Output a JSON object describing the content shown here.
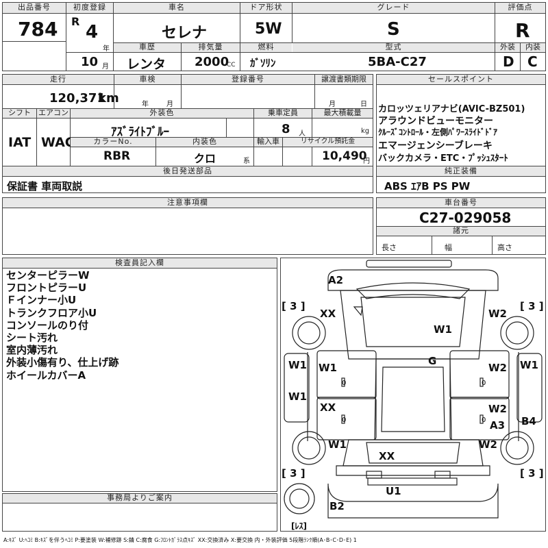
{
  "header": {
    "lot_label": "出品番号",
    "lot_value": "784",
    "first_reg_label": "初度登録",
    "era": "R",
    "year_value": "4",
    "year_unit": "年",
    "month_value": "10",
    "month_unit": "月",
    "car_name_label": "車名",
    "car_name_value": "セレナ",
    "door_label": "ドア形状",
    "door_value": "5W",
    "grade_label": "グレード",
    "grade_value": "S",
    "rating_label": "評価点",
    "rating_value": "R",
    "history_label": "車歴",
    "history_value": "レンタ",
    "displacement_label": "排気量",
    "displacement_value": "2000",
    "displacement_unit": "CC",
    "fuel_label": "燃料",
    "fuel_value": "ｶﾞｿﾘﾝ",
    "model_label": "型式",
    "model_value": "5BA-C27",
    "exterior_label": "外装",
    "exterior_value": "D",
    "interior_label": "内装",
    "interior_value": "C"
  },
  "row2": {
    "mileage_label": "走行",
    "mileage_value": "120,371",
    "mileage_unit": "km",
    "inspection_label": "車検",
    "inspection_year": "年",
    "inspection_month": "月",
    "regno_label": "登録番号",
    "transfer_label": "譲渡書類期限",
    "transfer_month": "月",
    "transfer_day": "日",
    "shift_label": "シフト",
    "shift_value": "IAT",
    "ac_label": "エアコン",
    "ac_value": "WAC",
    "color_label": "外装色",
    "color_value": "ｱｽﾞﾗｲﾄﾌﾞﾙｰ",
    "capacity_label": "乗車定員",
    "capacity_value": "8",
    "capacity_unit": "人",
    "load_label": "最大積載量",
    "load_unit": "kg",
    "colorno_label": "カラーNo.",
    "colorno_value": "RBR",
    "intcolor_label": "内装色",
    "intcolor_value": "クロ",
    "intcolor_unit": "系",
    "import_label": "輸入車",
    "recycle_label": "リサイクル預託金",
    "recycle_value": "10,490",
    "recycle_unit": "円",
    "later_label": "後日発送部品",
    "later_value": "保証書 車両取説"
  },
  "sales": {
    "label": "セールスポイント",
    "lines": [
      "カロッツェリアナビ(AVIC-BZ501)",
      "アラウンドビューモニター",
      "ｸﾙｰｽﾞｺﾝﾄﾛｰﾙ・左側ﾊﾟﾜｰｽﾗｲﾄﾞﾄﾞｱ",
      "エマージェンシーブレーキ",
      "バックカメラ・ETC・ﾌﾟｯｼｭｽﾀｰﾄ"
    ],
    "equip_label": "純正装備",
    "equip_value": "ABS ｴｱB PS PW"
  },
  "notes": {
    "label": "注意事項欄"
  },
  "chassis": {
    "label": "車台番号",
    "value": "C27-029058",
    "spec_label": "諸元",
    "length_label": "長さ",
    "width_label": "幅",
    "height_label": "高さ"
  },
  "inspector": {
    "label": "検査員記入欄",
    "lines": [
      "センターピラーW",
      "フロントピラーU",
      "Ｆインナー小U",
      "トランクフロア小U",
      "コンソールのり付",
      "シート汚れ",
      "室内薄汚れ",
      "外装小傷有り、仕上げ跡",
      "ホイールカバーA"
    ]
  },
  "office": {
    "label": "事務局よりご案内"
  },
  "diagram": {
    "marks": [
      "A2",
      "XX",
      "W2",
      "W1",
      "G",
      "W1",
      "W1",
      "W1",
      "W2",
      "W1",
      "XX",
      "W2",
      "A3",
      "B4",
      "W1",
      "W2",
      "XX",
      "U1",
      "B2"
    ],
    "tire_labels": [
      "[ 3 ]",
      "[ 3 ]",
      "[ 3 ]",
      "[ 3 ]",
      "[ﾚｽ]"
    ],
    "small_zeros": [
      "0",
      "0",
      "0",
      "0"
    ]
  },
  "legend": "A:ｷｽﾞ U:ﾍｺﾐ B:ｷｽﾞを伴うﾍｺﾐ P:要塗装 W:補修跡 S:錆 C:腐食 G:ﾌﾛﾝﾄｶﾞﾗｽ点ｷｽﾞ XX:交換済み X:要交換 内・外装評価 5段階ﾗﾝｸ順(A･B･C･D･E) 1"
}
